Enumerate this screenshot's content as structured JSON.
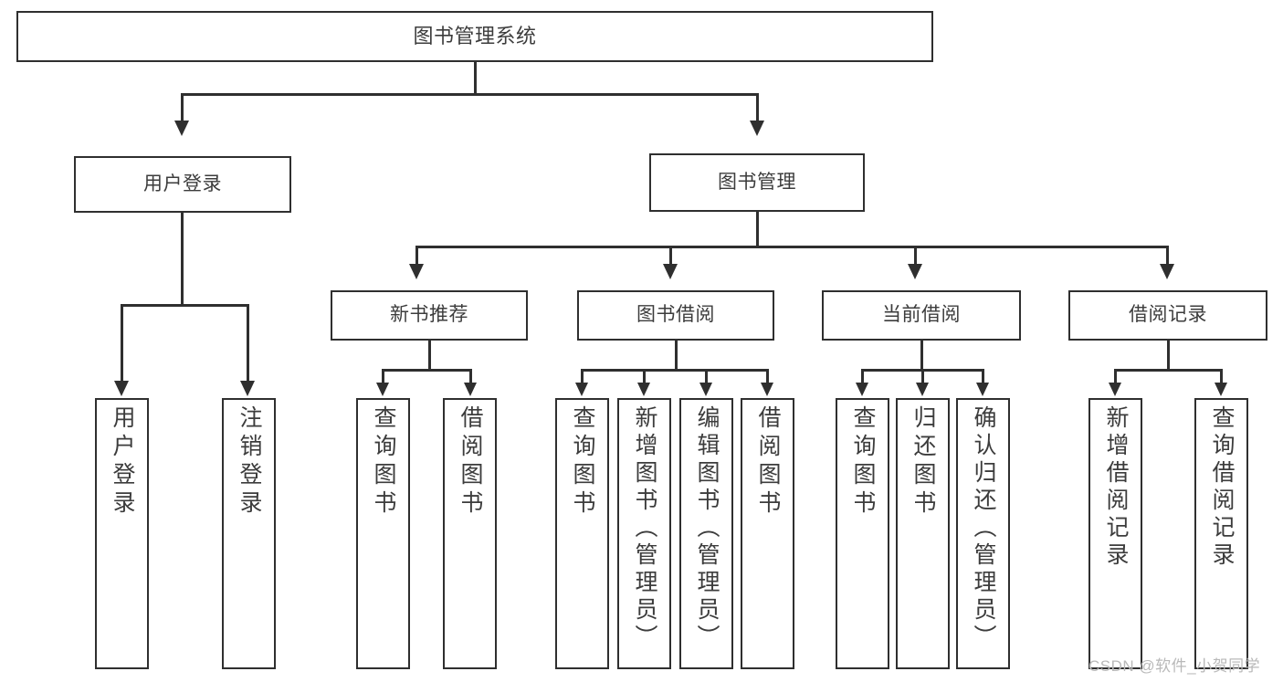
{
  "diagram": {
    "type": "tree",
    "title": "图书管理系统",
    "watermark": "CSDN @软件_小贺同学",
    "colors": {
      "background": "#ffffff",
      "stroke": "#2f2f2f",
      "text": "#3c3c3c",
      "watermark": "#b9b9b9"
    },
    "root": {
      "label": "图书管理系统"
    },
    "level2": [
      {
        "label": "用户登录"
      },
      {
        "label": "图书管理"
      }
    ],
    "level3": [
      {
        "label": "新书推荐"
      },
      {
        "label": "图书借阅"
      },
      {
        "label": "当前借阅"
      },
      {
        "label": "借阅记录"
      }
    ],
    "leaves": {
      "user_login": [
        {
          "label": "用户登录"
        },
        {
          "label": "注销登录"
        }
      ],
      "new_book_recommend": [
        {
          "label": "查询图书"
        },
        {
          "label": "借阅图书"
        }
      ],
      "book_borrow": [
        {
          "label": "查询图书"
        },
        {
          "label": "新增图书（管理员）"
        },
        {
          "label": "编辑图书（管理员）"
        },
        {
          "label": "借阅图书"
        }
      ],
      "current_borrow": [
        {
          "label": "查询图书"
        },
        {
          "label": "归还图书"
        },
        {
          "label": "确认归还（管理员）"
        }
      ],
      "borrow_record": [
        {
          "label": "新增借阅记录"
        },
        {
          "label": "查询借阅记录"
        }
      ]
    }
  }
}
